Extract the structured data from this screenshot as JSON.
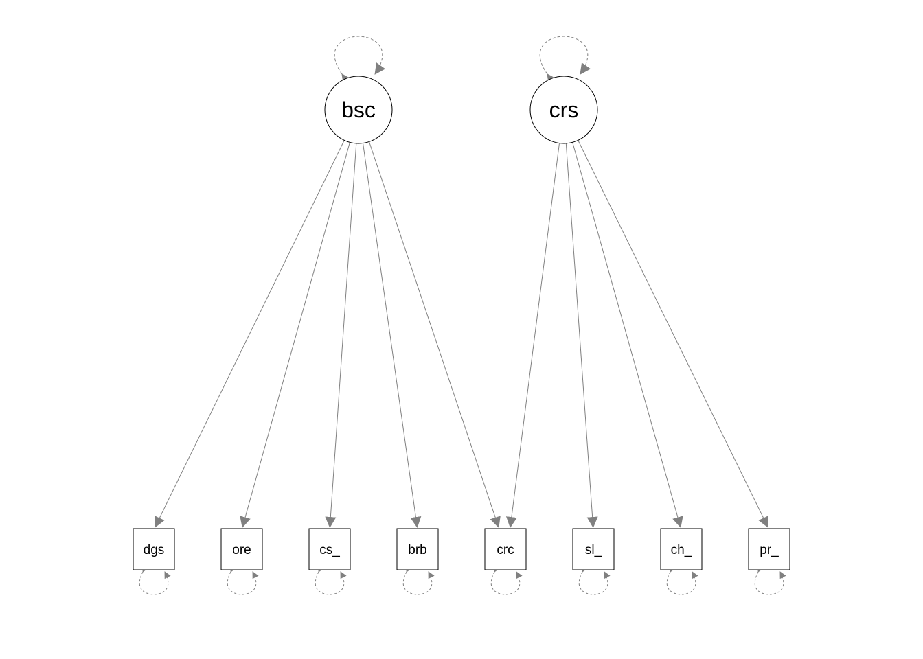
{
  "latents": [
    {
      "id": "bsc",
      "label": "bsc"
    },
    {
      "id": "crs",
      "label": "crs"
    }
  ],
  "observed": [
    {
      "id": "dgs",
      "label": "dgs"
    },
    {
      "id": "ore",
      "label": "ore"
    },
    {
      "id": "cs_",
      "label": "cs_"
    },
    {
      "id": "brb",
      "label": "brb"
    },
    {
      "id": "crc",
      "label": "crc"
    },
    {
      "id": "sl_",
      "label": "sl_"
    },
    {
      "id": "ch_",
      "label": "ch_"
    },
    {
      "id": "pr_",
      "label": "pr_"
    }
  ],
  "loadings": [
    {
      "from": "bsc",
      "to": "dgs"
    },
    {
      "from": "bsc",
      "to": "ore"
    },
    {
      "from": "bsc",
      "to": "cs_"
    },
    {
      "from": "bsc",
      "to": "brb"
    },
    {
      "from": "bsc",
      "to": "crc"
    },
    {
      "from": "crs",
      "to": "crc"
    },
    {
      "from": "crs",
      "to": "sl_"
    },
    {
      "from": "crs",
      "to": "ch_"
    },
    {
      "from": "crs",
      "to": "pr_"
    }
  ],
  "colors": {
    "edge": "#808080",
    "node_stroke": "#000000",
    "node_fill": "#ffffff",
    "text": "#000000"
  }
}
